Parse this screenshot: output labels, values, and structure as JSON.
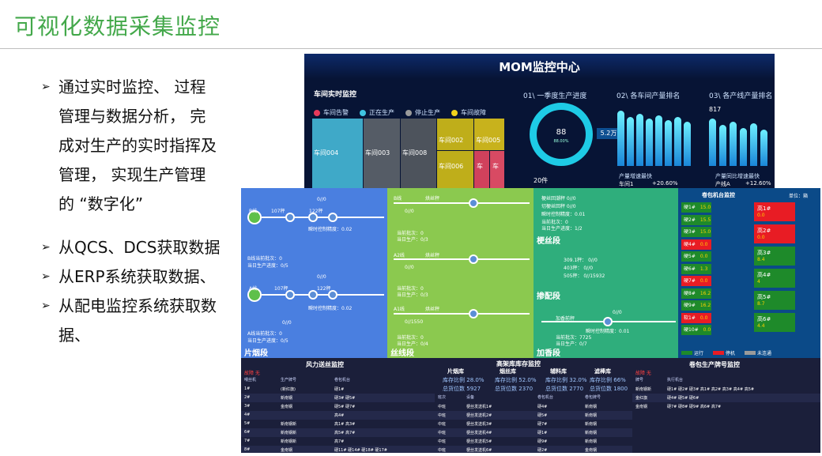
{
  "slide": {
    "title": "可视化数据采集监控",
    "bullets": [
      {
        "arrow": "➢",
        "lines": [
          "通过实时监控、 过程",
          "管理与数据分析， 完",
          "成对生产的实时指挥及",
          "管理， 实现生产管理",
          "的 “数字化”"
        ]
      },
      {
        "arrow": "➢",
        "lines": [
          "从QCS、DCS获取数据"
        ]
      },
      {
        "arrow": "➢",
        "lines": [
          "从ERP系统获取数据、"
        ]
      },
      {
        "arrow": "➢",
        "lines": [
          "从配电监控系统获取数",
          "据、"
        ]
      }
    ]
  },
  "mom": {
    "title": "MOM监控中心",
    "workshop_title": "车间实时监控",
    "legend": [
      {
        "label": "车间告警",
        "color": "#e8395a"
      },
      {
        "label": "正在生产",
        "color": "#3fc3e0"
      },
      {
        "label": "停止生产",
        "color": "#9a9a9a"
      },
      {
        "label": "车间故障",
        "color": "#f2d31c"
      }
    ],
    "workshops": [
      "车间004",
      "车间003",
      "车间008",
      "车间002",
      "车间005",
      "车间006",
      "车",
      "车"
    ],
    "progress_title": "01\\ 一季度生产进度",
    "progress_value": "88",
    "progress_pct": "88.00%",
    "progress_box": "5.2万",
    "progress_box2": "20件",
    "rank_title": "02\\ 各车间产量排名",
    "rank_note1": "产量增速最快",
    "rank_note2": "车间1",
    "rank_note3": "+20.60%",
    "line_title": "03\\ 各产线产量排名",
    "line_value": "817",
    "line_note1": "产量同比增速最快",
    "line_note2": "产线A",
    "line_note3": "+12.60%"
  },
  "panels": {
    "cigarette": {
      "label": "片烟段",
      "b_line": "B线",
      "a_line": "A线",
      "n107": "107秤",
      "n122": "122秤",
      "n107b": "107秤",
      "n122b": "122秤",
      "frac": "0//0",
      "accuracy1": "瞬时控制精度：0.02",
      "accuracy2": "瞬时控制精度：0.02",
      "b_batch": "B线当前批次：0",
      "b_progress": "当日生产进度：0/5",
      "a_batch": "A线当前批次：0",
      "a_progress": "当日生产进度：0/5"
    },
    "silk": {
      "label": "丝线段",
      "b_line": "B线",
      "a2_line": "A2线",
      "a1_line": "A1线",
      "scale": "烘丝秤",
      "frac1": "0//0",
      "frac2": "0//0",
      "frac3": "0//1550",
      "batch": "当前批次：0",
      "prog1": "当日生产：0/3",
      "prog2": "当日生产：0/3",
      "prog3": "当日生产：0/4"
    },
    "stem": {
      "label": "梗丝段",
      "label2": "掺配段",
      "label3": "加香段",
      "r1": "梗丝回潮秤  0//0",
      "r2": "切梗丝回秤  0//0",
      "r3": "瞬时控制精度：0.01",
      "r4": "当前批次：0",
      "r5": "当日生产进度：1/2",
      "r6": "309.1秤：  0//0",
      "r7": "403秤：    0//0",
      "r8": "505秤：  0//15932",
      "r9": "加香前秤",
      "r10": "0//0",
      "r11": "瞬时控制精度：0.01",
      "r12": "当前批次：7725",
      "r13": "当日生产：0/7"
    },
    "rollers": {
      "title": "卷包机台监控",
      "unit": "单位：箱",
      "left": [
        {
          "name": "硬1#",
          "value": "15.0",
          "color": "#1e8a2a"
        },
        {
          "name": "硬2#",
          "value": "15.5",
          "color": "#1e8a2a"
        },
        {
          "name": "硬3#",
          "value": "15.0",
          "color": "#1e8a2a"
        },
        {
          "name": "硬4#",
          "value": "0.0",
          "color": "#e81c24"
        },
        {
          "name": "硬5#",
          "value": "0.0",
          "color": "#1e8a2a"
        },
        {
          "name": "硬6#",
          "value": "1.3",
          "color": "#1e8a2a"
        },
        {
          "name": "硬7#",
          "value": "0.0",
          "color": "#e81c24"
        },
        {
          "name": "硬8#",
          "value": "16.2",
          "color": "#1e8a2a"
        },
        {
          "name": "硬9#",
          "value": "16.2",
          "color": "#1e8a2a"
        },
        {
          "name": "软1#",
          "value": "0.0",
          "color": "#e81c24"
        },
        {
          "name": "硬10#",
          "value": "0.0",
          "color": "#1e8a2a"
        }
      ],
      "right": [
        {
          "name": "高1#",
          "value": "0.0",
          "color": "#e81c24"
        },
        {
          "name": "高2#",
          "value": "0.0",
          "color": "#e81c24"
        },
        {
          "name": "高3#",
          "value": "8.4",
          "color": "#1e8a2a"
        },
        {
          "name": "高4#",
          "value": "4",
          "color": "#1e8a2a"
        },
        {
          "name": "高5#",
          "value": "8.7",
          "color": "#1e8a2a"
        },
        {
          "name": "高6#",
          "value": "4.4",
          "color": "#1e8a2a"
        }
      ],
      "legend": [
        {
          "label": "运行",
          "color": "#1e8a2a"
        },
        {
          "label": "停机",
          "color": "#e81c24"
        },
        {
          "label": "未连通",
          "color": "#9a9a9a"
        }
      ]
    },
    "wind": {
      "title": "风力送丝监控",
      "alarm": "故障  无",
      "headers": [
        "喂丝机",
        "生产牌号",
        "卷包机台"
      ],
      "rows": [
        [
          "1#",
          "(新红旗)",
          "硬1#"
        ],
        [
          "2#",
          "新南钢",
          "硬3#  硬5#"
        ],
        [
          "3#",
          "金南钢",
          "硬5#  硬7#"
        ],
        [
          "4#",
          "",
          "高4#"
        ],
        [
          "5#",
          "新南钢新",
          "高1#  高3#"
        ],
        [
          "6#",
          "新南钢新",
          "高5#  高7#"
        ],
        [
          "7#",
          "新南钢新",
          "高7#"
        ],
        [
          "8#",
          "金南钢",
          "硬11#  硬14#  硬18#  硬17#"
        ]
      ]
    },
    "warehouse": {
      "title": "高架库库存监控",
      "cols": [
        "片烟库",
        "烟丝库",
        "辅料库",
        "滤棒库"
      ],
      "ratio_label": "库存比例",
      "ratios": [
        "28.0%",
        "52.0%",
        "32.0%",
        "66%"
      ],
      "slots_label": "总货位数",
      "slots": [
        "5927",
        "2370",
        "2770",
        "1800"
      ],
      "headers": [
        "班次",
        "设备",
        "卷包机台",
        "卷包牌号"
      ],
      "rows": [
        [
          "中班",
          "梗丝发送机1#",
          "硬4#",
          "新南钢"
        ],
        [
          "中班",
          "梗丝发送机2#",
          "硬5#",
          "新南钢"
        ],
        [
          "中班",
          "梗丝发送机3#",
          "硬7#",
          "新南钢"
        ],
        [
          "中班",
          "梗丝发送机4#",
          "硬1#",
          "新南钢"
        ],
        [
          "中班",
          "梗丝发送机5#",
          "硬9#",
          "新南钢"
        ],
        [
          "中班",
          "梗丝发送机6#",
          "硬2#",
          "金南钢"
        ]
      ]
    },
    "brand": {
      "title": "卷包生产牌号监控",
      "alarm": "故障  无",
      "headers": [
        "牌号",
        "执行机台"
      ],
      "rows": [
        [
          "新南钢新",
          "硬1#  硬2#  硬3#  高1#  高2#  高3#  高4#  高5#"
        ],
        [
          "金红旗",
          "硬4#  硬5#  硬6#"
        ],
        [
          "金南钢",
          "硬7#  硬8#  硬9#  高6#  高7#"
        ]
      ]
    }
  }
}
